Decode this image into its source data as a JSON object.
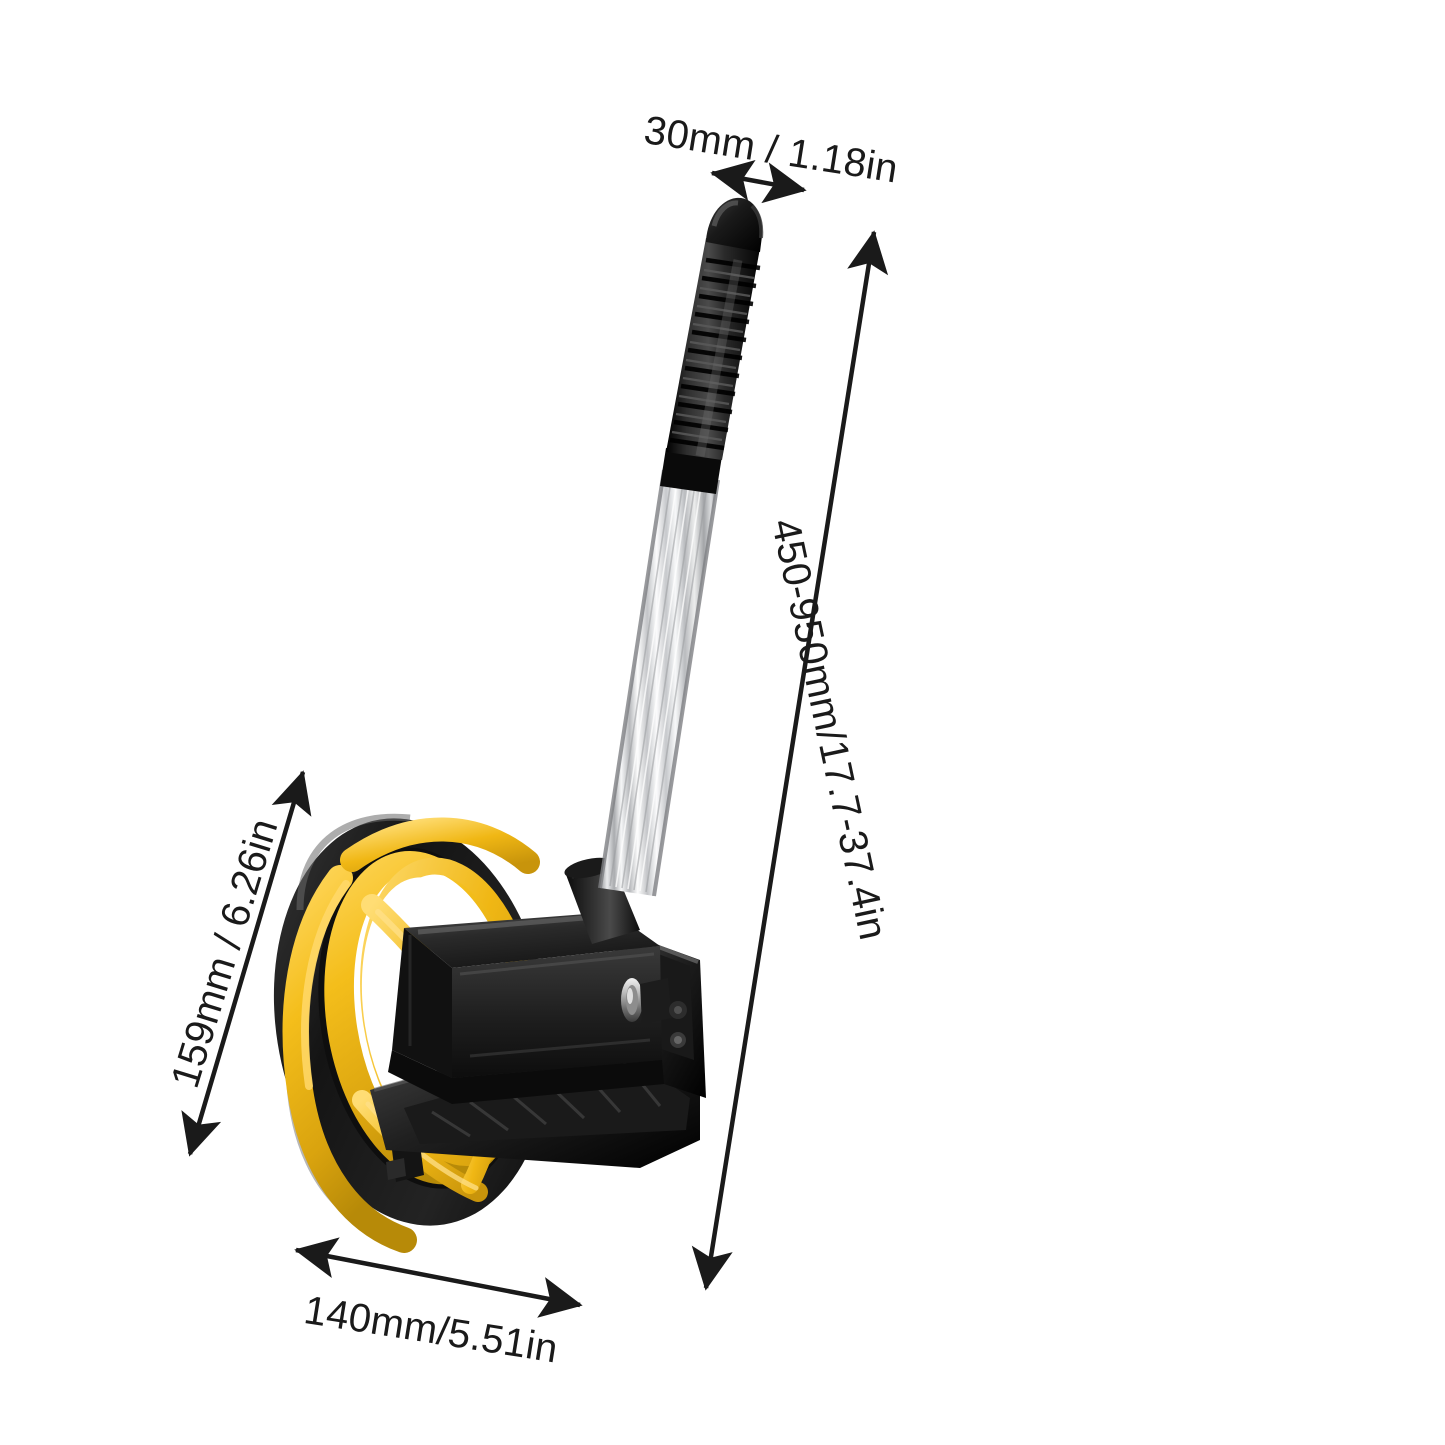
{
  "page": {
    "background_color": "#ffffff",
    "kind": "product-dimension-diagram",
    "product_name": "measuring-wheel"
  },
  "dimensions": {
    "handle_grip_diameter": {
      "label": "30mm / 1.18in",
      "name": "handle-grip-width",
      "orientation": "horizontal",
      "arrow": "double"
    },
    "total_height": {
      "label": "450-950mm/17.7-37.4in",
      "name": "telescoping-total-length",
      "orientation": "vertical",
      "arrow": "double"
    },
    "wheel_diameter": {
      "label": "159mm / 6.26in",
      "name": "wheel-diameter",
      "orientation": "vertical",
      "arrow": "double"
    },
    "base_width": {
      "label": "140mm/5.51in",
      "name": "wheel-assembly-width",
      "orientation": "horizontal",
      "arrow": "double"
    }
  },
  "colors": {
    "tire_black": "#1b1b1b",
    "rim_yellow": "#F4BE1B",
    "rim_yellow_dark": "#C9930B",
    "rim_yellow_light": "#FFD75E",
    "housing_black": "#242424",
    "pole_silver": "#D9DADC",
    "pole_silver_light": "#F4F5F6",
    "pole_silver_dark": "#9C9EA1",
    "grip_black": "#151515",
    "dimension_line": "#1a1a1a",
    "background": "#ffffff"
  },
  "parts": [
    {
      "name": "handle-end-cap",
      "label": "handle end cap"
    },
    {
      "name": "rubber-grip",
      "label": "ribbed rubber grip"
    },
    {
      "name": "telescoping-pole",
      "label": "fluted aluminium telescoping pole"
    },
    {
      "name": "pole-collar",
      "label": "pole collar"
    },
    {
      "name": "counter-housing",
      "label": "counter housing"
    },
    {
      "name": "pivot-bolt",
      "label": "pivot axle bolt"
    },
    {
      "name": "mounting-bracket",
      "label": "mounting bracket"
    },
    {
      "name": "wheel-tire",
      "label": "black rubber tire"
    },
    {
      "name": "wheel-rim",
      "label": "yellow spoked rim"
    }
  ]
}
